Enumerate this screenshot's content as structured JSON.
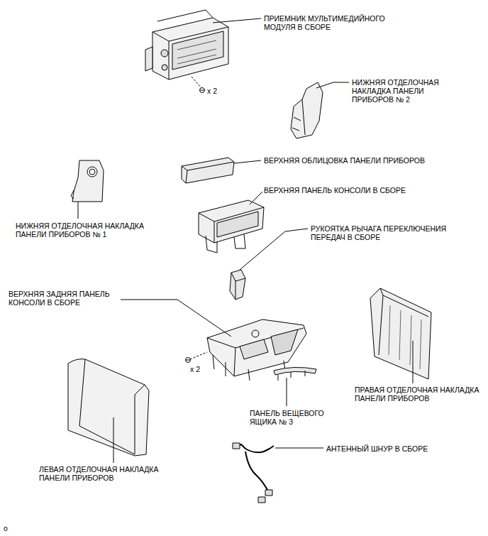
{
  "diagram": {
    "labels": [
      "ПРИЕМНИК МУЛЬТИМЕДИЙНОГО МОДУЛЯ В СБОРЕ",
      "x 2",
      "НИЖНЯЯ ОТДЕЛОЧНАЯ НАКЛАДКА ПАНЕЛИ ПРИБОРОВ № 2",
      "ВЕРХНЯЯ ОБЛИЦОВКА ПАНЕЛИ ПРИБОРОВ",
      "ВЕРХНЯЯ ПАНЕЛЬ КОНСОЛИ В СБОРЕ",
      "НИЖНЯЯ ОТДЕЛОЧНАЯ НАКЛАДКА ПАНЕЛИ ПРИБОРОВ № 1",
      "РУКОЯТКА РЫЧАГА ПЕРЕКЛЮЧЕНИЯ ПЕРЕДАЧ В СБОРЕ",
      "ВЕРХНЯЯ ЗАДНЯЯ ПАНЕЛЬ КОНСОЛИ В СБОРЕ",
      "x 2",
      "ПРАВАЯ ОТДЕЛОЧНАЯ НАКЛАДКА ПАНЕЛИ ПРИБОРОВ",
      "ПАНЕЛЬ ВЕЩЕВОГО ЯЩИКА № 3",
      "ЛЕВАЯ ОТДЕЛОЧНАЯ НАКЛАДКА ПАНЕЛИ ПРИБОРОВ",
      "АНТЕННЫЙ ШНУР В СБОРЕ",
      "o"
    ]
  }
}
